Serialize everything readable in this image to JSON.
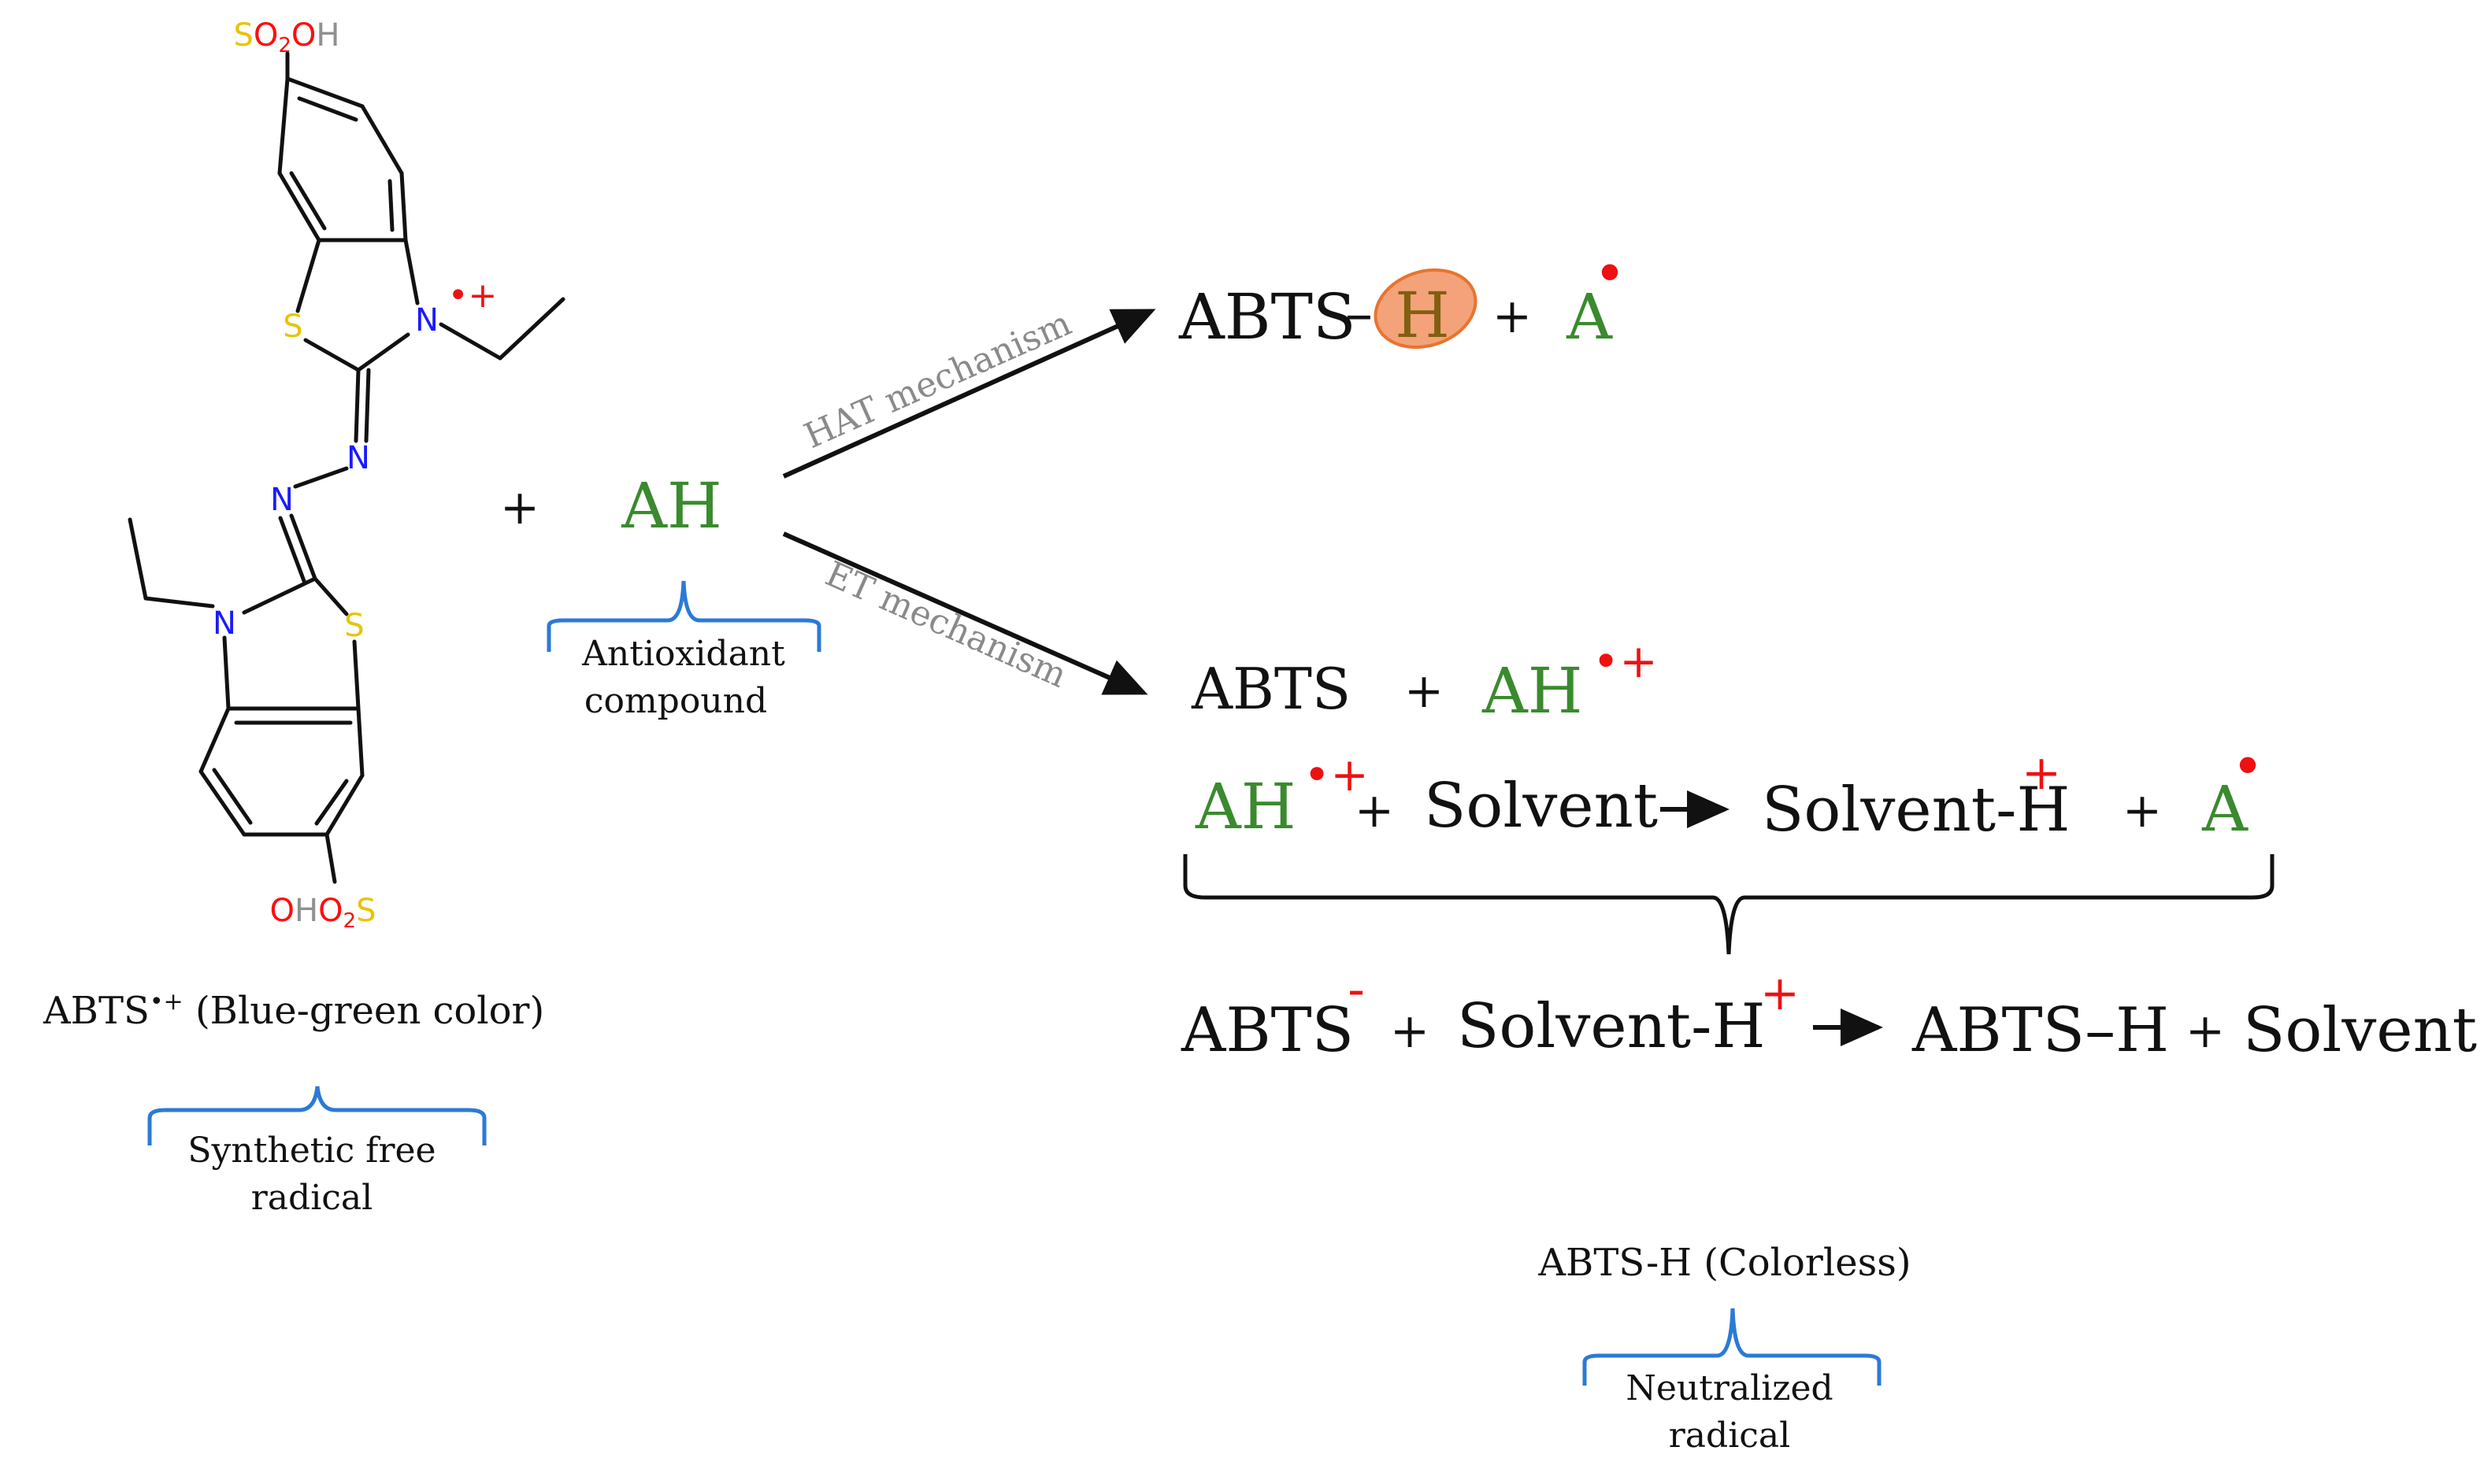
{
  "colors": {
    "black": "#111111",
    "green": "#3a8a2e",
    "red": "#ee1111",
    "blue": "#2b7ad6",
    "gray": "#8a8a8a",
    "nitrogen": "#1a1aff",
    "sulfur": "#e8c400",
    "oxygen": "#ff0d0d",
    "hydrogen_gray": "#909090",
    "highlight_fill": "#f4a27a",
    "highlight_stroke": "#e8742e"
  },
  "molecule": {
    "top_group": {
      "s": "S",
      "o2": "O",
      "sub2": "2",
      "o": "O",
      "h": "H"
    },
    "bottom_group": {
      "o": "O",
      "h": "H",
      "o2": "O",
      "sub2": "2",
      "s": "S"
    },
    "atom_s": "S",
    "atom_n": "N",
    "radical_cation": "•+"
  },
  "reactants": {
    "plus": "+",
    "ah": "AH",
    "antioxidant_label_line1": "Antioxidant",
    "antioxidant_label_line2": "compound",
    "abts_label": "ABTS",
    "abts_label_sup": "•+",
    "abts_label_rest": " (Blue-green color)",
    "synthetic_line1": "Synthetic free",
    "synthetic_line2": "radical"
  },
  "mechanisms": {
    "hat": "HAT mechanism",
    "et": "ET mechanism"
  },
  "hat_product": {
    "abts": "ABTS",
    "dash": "–",
    "h": "H",
    "plus": "+",
    "a": "A",
    "radical": "•"
  },
  "et_products": {
    "line1_abts": "ABTS",
    "line1_plus": "+",
    "line1_ah": "AH",
    "line1_sup": "•+",
    "line2_ah": "AH",
    "line2_sup": "•+",
    "line2_plus": "+",
    "line2_solvent": "Solvent",
    "line2_solvent_h": "Solvent-H",
    "line2_sup_plus": "+",
    "line2_plus2": "+",
    "line2_a": "A",
    "line2_radical": "•",
    "line3_abts": "ABTS",
    "line3_minus": "-",
    "line3_plus": "+",
    "line3_solvent_h": "Solvent-H",
    "line3_sup_plus": "+",
    "line3_abts_h": "ABTS–H",
    "line3_plus2": "+",
    "line3_solvent": "Solvent"
  },
  "final": {
    "abts_h": "ABTS-H (Colorless)",
    "neutralized_line1": "Neutralized",
    "neutralized_line2": "radical"
  }
}
